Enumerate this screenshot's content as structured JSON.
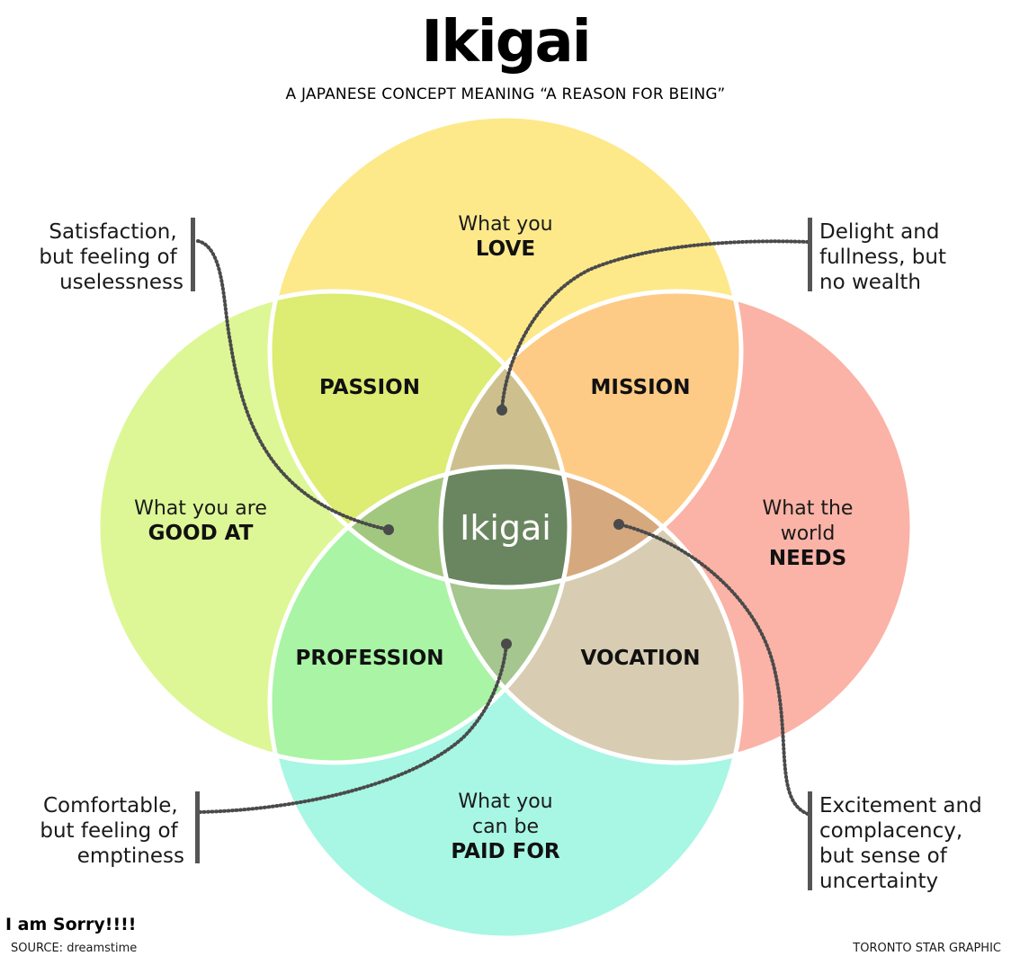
{
  "title": "Ikigai",
  "subtitle": "A JAPANESE CONCEPT MEANING “A REASON FOR BEING”",
  "circles": {
    "love": {
      "line1": "What you",
      "bold1": "LOVE",
      "color": "#FDE98A"
    },
    "good_at": {
      "line1": "What you are",
      "bold1": "GOOD AT",
      "color": "#DDF796"
    },
    "world_needs": {
      "line1": "What the",
      "line2": "world",
      "bold1": "NEEDS",
      "color": "#FAB3A6"
    },
    "paid_for": {
      "line1": "What you",
      "line2": "can be",
      "bold1": "PAID FOR",
      "color": "#A8F6E4"
    }
  },
  "overlaps": {
    "passion": {
      "label": "PASSION",
      "color": "#DDEC72"
    },
    "mission": {
      "label": "MISSION",
      "color": "#FDCB85"
    },
    "profession": {
      "label": "PROFESSION",
      "color": "#A9F4A5"
    },
    "vocation": {
      "label": "VOCATION",
      "color": "#D8CDB2"
    }
  },
  "center": {
    "label": "Ikigai",
    "color": "#6A8660"
  },
  "triple_colors": {
    "top": "#CDC08E",
    "left": "#A2C880",
    "right": "#D6A87E",
    "bottom": "#A5C68F"
  },
  "annotations": {
    "top_left": [
      "Satisfaction,",
      "but feeling of",
      "uselessness"
    ],
    "top_right": [
      "Delight and",
      "fullness, but",
      "no wealth"
    ],
    "bottom_left": [
      "Comfortable,",
      "but feeling of",
      "emptiness"
    ],
    "bottom_right": [
      "Excitement and",
      "complacency,",
      "but sense of",
      "uncertainty"
    ]
  },
  "footer": {
    "sorry": "I am Sorry!!!!",
    "source": "SOURCE: dreamstime",
    "credit": "TORONTO STAR GRAPHIC"
  }
}
